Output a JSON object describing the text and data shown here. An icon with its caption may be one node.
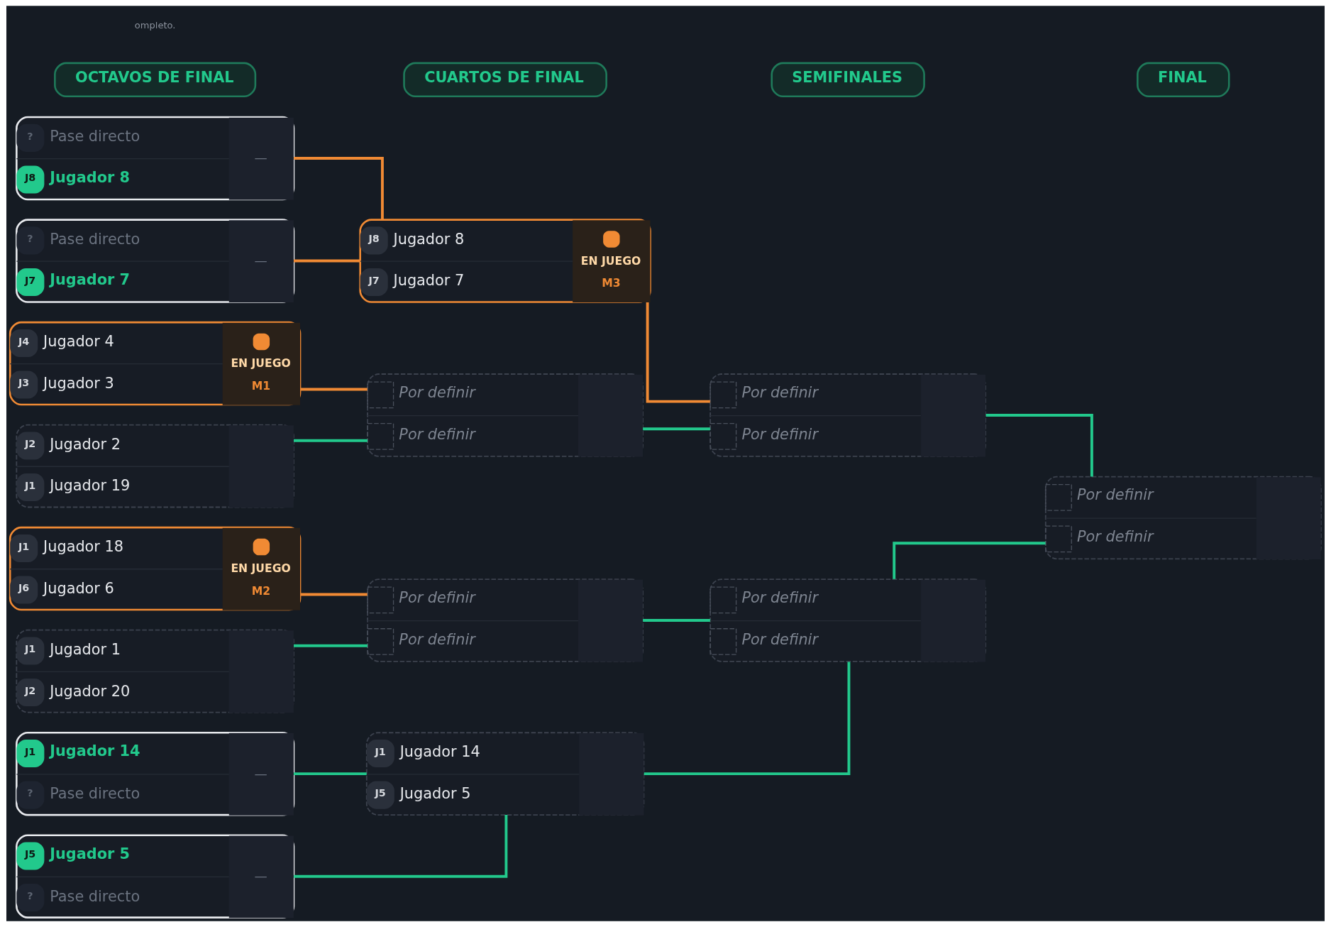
{
  "diagram": {
    "nodes": [
      {
        "text": [
          "OCTAVOS DE FINAL"
        ]
      },
      {
        "text": [
          "CUARTOS DE FINAL"
        ]
      },
      {
        "text": [
          "SEMIFINALES"
        ]
      },
      {
        "text": [
          "FINAL"
        ]
      },
      {
        "text": [
          "?",
          "Pase directo",
          "J8",
          "Jugador 8",
          "—"
        ]
      },
      {
        "text": [
          "?",
          "Pase directo",
          "J7",
          "Jugador 7",
          "—"
        ]
      },
      {
        "text": [
          "J4",
          "Jugador 4",
          "J3",
          "Jugador 3",
          "EN JUEGO",
          "M1"
        ]
      },
      {
        "text": [
          "J2",
          "Jugador 2",
          "J1",
          "Jugador 19"
        ]
      },
      {
        "text": [
          "J1",
          "Jugador 18",
          "J6",
          "Jugador 6",
          "EN JUEGO",
          "M2"
        ]
      },
      {
        "text": [
          "J1",
          "Jugador 1",
          "J2",
          "Jugador 20"
        ]
      },
      {
        "text": [
          "J1",
          "Jugador 14",
          "?",
          "Pase directo",
          "—"
        ]
      },
      {
        "text": [
          "J5",
          "Jugador 5",
          "?",
          "Pase directo",
          "—"
        ]
      },
      {
        "text": [
          "J8",
          "Jugador 8",
          "J7",
          "Jugador 7",
          "EN JUEGO",
          "M3"
        ]
      },
      {
        "text": [
          "Por definir",
          "Por definir"
        ]
      },
      {
        "text": [
          "Por definir",
          "Por definir"
        ]
      },
      {
        "text": [
          "J1",
          "Jugador 14",
          "J5",
          "Jugador 5"
        ]
      },
      {
        "text": [
          "Por definir",
          "Por definir"
        ]
      },
      {
        "text": [
          "Por definir",
          "Por definir"
        ]
      },
      {
        "text": [
          "Por definir",
          "Por definir"
        ]
      }
    ],
    "edges": [
      {
        "from": 4,
        "to": 12,
        "arrow": "none",
        "color": "#f08a34"
      },
      {
        "from": 5,
        "to": 12,
        "arrow": "none",
        "color": "#f08a34"
      },
      {
        "from": 6,
        "to": 13,
        "arrow": "none",
        "color": "#f08a34"
      },
      {
        "from": 7,
        "to": 13,
        "arrow": "none"
      },
      {
        "from": 8,
        "to": 14,
        "arrow": "none",
        "color": "#f08a34"
      },
      {
        "from": 9,
        "to": 14,
        "arrow": "none"
      },
      {
        "from": 10,
        "to": 15,
        "arrow": "none"
      },
      {
        "from": 11,
        "to": 15,
        "arrow": "none"
      },
      {
        "from": 12,
        "to": 16,
        "arrow": "none",
        "color": "#f08a34"
      },
      {
        "from": 13,
        "to": 16,
        "arrow": "none"
      },
      {
        "from": 14,
        "to": 17,
        "arrow": "none"
      },
      {
        "from": 15,
        "to": 17,
        "arrow": "none"
      },
      {
        "from": 16,
        "to": 18,
        "arrow": "none"
      },
      {
        "from": 17,
        "to": 18,
        "arrow": "none"
      }
    ],
    "labels": [
      "ompleto."
    ]
  }
}
